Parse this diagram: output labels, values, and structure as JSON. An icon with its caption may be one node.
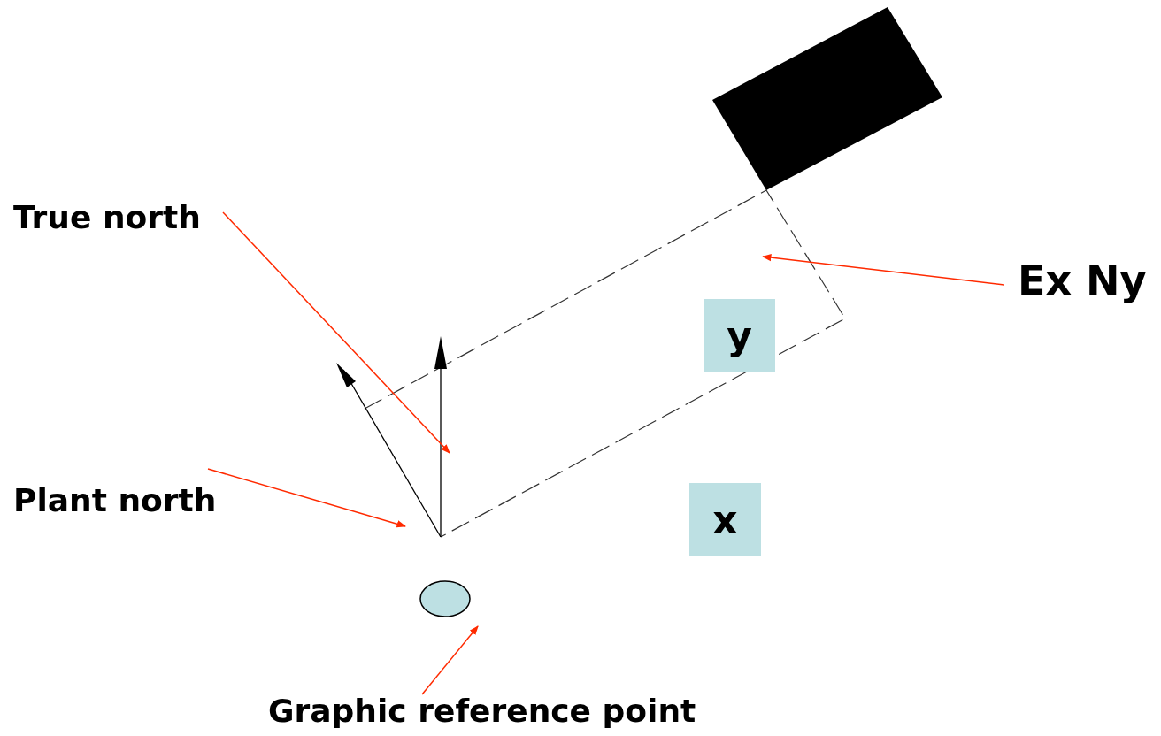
{
  "diagram": {
    "nodes": [
      {
        "text": [
          "True north"
        ]
      },
      {
        "text": [
          "Plant north"
        ]
      },
      {
        "text": [
          "Ex Ny"
        ]
      },
      {
        "text": [
          "Graphic reference point"
        ]
      },
      {
        "text": [
          "y"
        ]
      },
      {
        "text": [
          "x"
        ]
      },
      {
        "text": [],
        "shape": "circle"
      },
      {
        "text": [],
        "shape": "box"
      }
    ],
    "edges": [
      {
        "from": 0,
        "to": null,
        "arrow": "to"
      },
      {
        "from": 1,
        "to": null,
        "arrow": "to"
      },
      {
        "from": 2,
        "to": null,
        "arrow": "to"
      },
      {
        "from": 3,
        "to": 6,
        "arrow": "to"
      }
    ]
  }
}
